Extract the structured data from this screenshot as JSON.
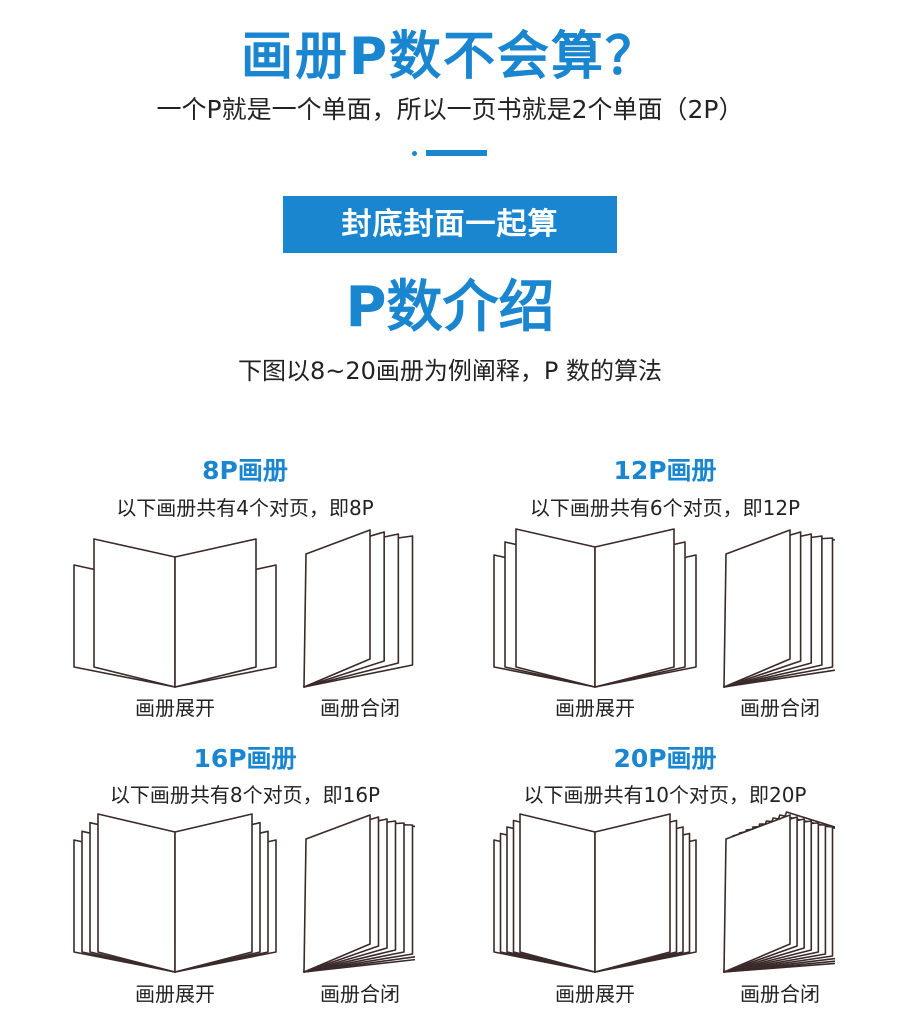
{
  "header": {
    "title": "画册P数不会算？",
    "subtitle": "一个P就是一个单面，所以一页书就是2个单面（2P）"
  },
  "banner": {
    "text": "封底封面一起算"
  },
  "section": {
    "title": "P数介绍",
    "description": "下图以8~20画册为例阐释，P 数的算法"
  },
  "colors": {
    "accent": "#1a86d0",
    "line": "#3a2a2a"
  },
  "books": [
    {
      "title": "8P画册",
      "desc": "以下画册共有4个对页，即8P",
      "open_label": "画册展开",
      "closed_label": "画册合闭",
      "spreads": 4
    },
    {
      "title": "12P画册",
      "desc": "以下画册共有6个对页，即12P",
      "open_label": "画册展开",
      "closed_label": "画册合闭",
      "spreads": 6
    },
    {
      "title": "16P画册",
      "desc": "以下画册共有8个对页，即16P",
      "open_label": "画册展开",
      "closed_label": "画册合闭",
      "spreads": 8
    },
    {
      "title": "20P画册",
      "desc": "以下画册共有10个对页，即20P",
      "open_label": "画册展开",
      "closed_label": "画册合闭",
      "spreads": 10
    }
  ]
}
